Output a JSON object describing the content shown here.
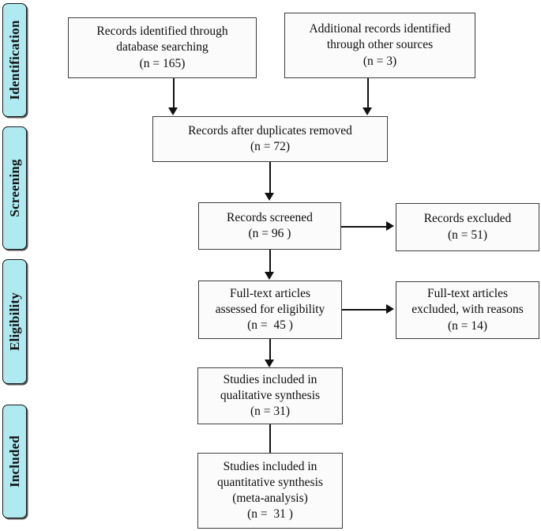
{
  "diagram": {
    "type": "prisma-flow-diagram",
    "colors": {
      "stage_bar_fill": "#aeeaf0",
      "stage_bar_border": "#1b1b1b",
      "box_fill": "#fbfbfb",
      "box_border": "#3d3d3d",
      "connector": "#111111",
      "text": "#0d0d0d"
    },
    "stages": [
      {
        "id": "identification",
        "label": "Identification"
      },
      {
        "id": "screening",
        "label": "Screening"
      },
      {
        "id": "eligibility",
        "label": "Eligibility"
      },
      {
        "id": "included",
        "label": "Included"
      }
    ],
    "boxes": [
      {
        "id": "records-identified-database",
        "line1": "Records identified through",
        "line2": "database searching",
        "line3": "(n = 165)",
        "count": 165
      },
      {
        "id": "additional-records-other-sources",
        "line1": "Additional records identified",
        "line2": "through other sources",
        "line3": "(n = 3)",
        "count": 3
      },
      {
        "id": "records-after-duplicates-removed",
        "line1": "Records after duplicates removed",
        "line2": "(n = 72)",
        "count": 72
      },
      {
        "id": "records-screened",
        "line1": "Records screened",
        "line2": "(n = 96 )",
        "count": 96
      },
      {
        "id": "records-excluded",
        "line1": "Records excluded",
        "line2": "(n = 51)",
        "count": 51
      },
      {
        "id": "full-text-assessed",
        "line1": "Full-text articles",
        "line2": "assessed for eligibility",
        "line3": "(n =  45 )",
        "count": 45
      },
      {
        "id": "full-text-excluded",
        "line1": "Full-text articles",
        "line2": "excluded, with reasons",
        "line3": "(n = 14)",
        "count": 14
      },
      {
        "id": "qualitative-synthesis",
        "line1": "Studies included in",
        "line2": "qualitative synthesis",
        "line3": "(n = 31)",
        "count": 31
      },
      {
        "id": "quantitative-synthesis",
        "line1": "Studies included in",
        "line2": "quantitative synthesis",
        "line3": "(meta-analysis)",
        "line4": "(n =  31 )",
        "count": 31
      }
    ]
  }
}
